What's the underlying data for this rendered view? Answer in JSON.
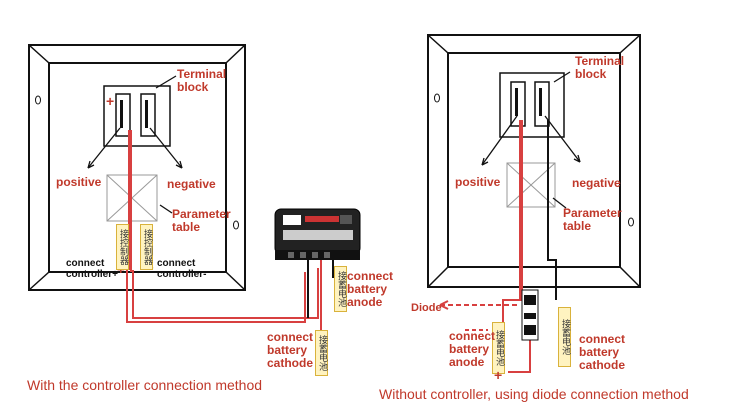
{
  "left": {
    "terminal_label": "Terminal\nblock",
    "positive": "positive",
    "negative": "negative",
    "parameter_label": "Parameter\ntable",
    "connect_controller_plus": "connect\ncontroller+",
    "connect_controller_minus": "connect\ncontroller-",
    "connect_battery_anode": "connect\nbattery\nanode",
    "connect_battery_cathode": "connect\nbattery\ncathode",
    "tag_controller_1": "接控制器",
    "tag_controller_2": "接控制器",
    "tag_battery_1": "接蓄电池",
    "tag_battery_2": "接蓄电池",
    "plus_sign": "+",
    "minus_sign": "−",
    "caption": "With the controller connection method"
  },
  "right": {
    "terminal_label": "Terminal\nblock",
    "positive": "positive",
    "negative": "negative",
    "parameter_label": "Parameter\ntable",
    "diode_label": "Diode",
    "connect_battery_anode": "connect\nbattery\nanode",
    "connect_battery_cathode": "connect\nbattery\ncathode",
    "tag_battery_1": "接蓄电池",
    "tag_battery_2": "接蓄电池",
    "plus_sign": "+",
    "caption": "Without controller, using diode connection method"
  },
  "colors": {
    "label": "#c0392b",
    "wire_red": "#d84040",
    "frame": "#111111"
  }
}
